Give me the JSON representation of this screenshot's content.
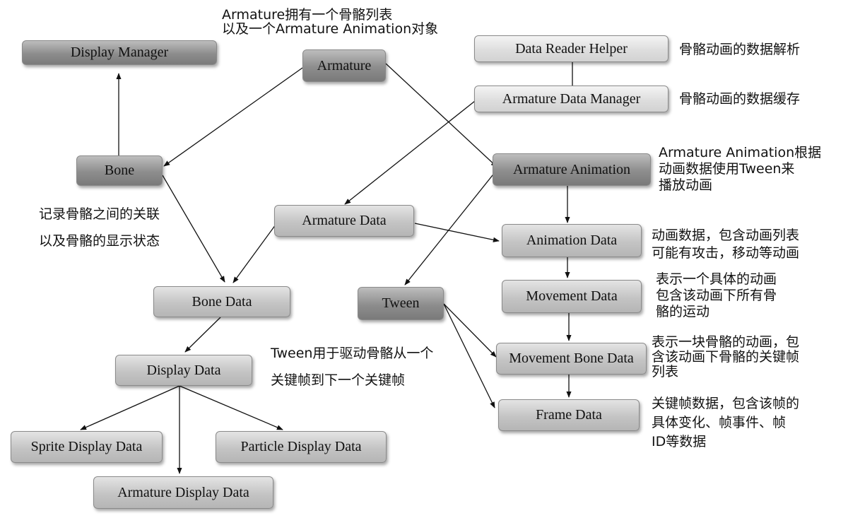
{
  "nodes": {
    "display_manager": "Display Manager",
    "armature": "Armature",
    "data_reader_helper": "Data Reader Helper",
    "armature_data_manager": "Armature Data Manager",
    "bone": "Bone",
    "armature_animation": "Armature Animation",
    "armature_data": "Armature Data",
    "animation_data": "Animation Data",
    "bone_data": "Bone Data",
    "tween": "Tween",
    "movement_data": "Movement Data",
    "display_data": "Display Data",
    "movement_bone_data": "Movement Bone Data",
    "frame_data": "Frame Data",
    "sprite_display_data": "Sprite Display Data",
    "particle_display_data": "Particle Display Data",
    "armature_display_data": "Armature Display Data"
  },
  "notes": {
    "armature": [
      "Armature拥有一个骨骼列表",
      "以及一个Armature Animation对象"
    ],
    "data_reader_helper": "骨骼动画的数据解析",
    "armature_data_manager": "骨骼动画的数据缓存",
    "armature_animation": [
      "Armature Animation根据",
      "动画数据使用Tween来",
      "播放动画"
    ],
    "bone": [
      "记录骨骼之间的关联",
      "以及骨骼的显示状态"
    ],
    "animation_data": [
      "动画数据，包含动画列表",
      "可能有攻击，移动等动画"
    ],
    "movement_data": [
      "表示一个具体的动画",
      "包含该动画下所有骨",
      "骼的运动"
    ],
    "tween": [
      "Tween用于驱动骨骼从一个",
      "关键帧到下一个关键帧"
    ],
    "movement_bone_data": [
      "表示一块骨骼的动画，包",
      "含该动画下骨骼的关键帧",
      "列表"
    ],
    "frame_data": [
      "关键帧数据，包含该帧的",
      "具体变化、帧事件、帧",
      "ID等数据"
    ]
  }
}
